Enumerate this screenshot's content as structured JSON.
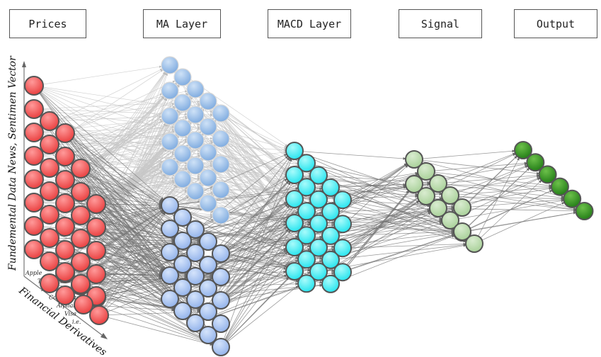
{
  "headers": [
    {
      "id": "prices",
      "label": "Prices"
    },
    {
      "id": "ma",
      "label": "MA Layer"
    },
    {
      "id": "macd",
      "label": "MACD Layer"
    },
    {
      "id": "signal",
      "label": "Signal"
    },
    {
      "id": "output",
      "label": "Output"
    }
  ],
  "axes": {
    "vertical_label": "Fundemental Data News, Sentimen Vector",
    "diagonal_label": "Financial Derivatives"
  },
  "companies": [
    "Apple",
    "Tesla",
    "Microsoft",
    "CocaCola",
    "Alphabet",
    "Visa",
    "i.e."
  ],
  "layers": {
    "prices": {
      "name": "Prices",
      "fill_light": "#ff9a9a",
      "fill_dark": "#e83a3a",
      "stroke": "#555555"
    },
    "ma_upper": {
      "name": "MA Layer (faded)",
      "fill_light": "#cfe2f7",
      "fill_dark": "#7aa8de",
      "stroke": "#d8d8d8"
    },
    "ma_lower": {
      "name": "MA Layer",
      "fill_light": "#d5e4fb",
      "fill_dark": "#8fb0ea",
      "stroke": "#555555"
    },
    "macd": {
      "name": "MACD Layer",
      "fill_light": "#a8fbfb",
      "fill_dark": "#1ee3ee",
      "stroke": "#555555"
    },
    "signal": {
      "name": "Signal",
      "fill_light": "#d9ecd0",
      "fill_dark": "#a6cf96",
      "stroke": "#555555"
    },
    "output": {
      "name": "Output",
      "fill_light": "#6cc04a",
      "fill_dark": "#1f7a14",
      "stroke": "#555555"
    }
  },
  "edge_color": "#777777",
  "edge_color_faded": "#c8c8c8"
}
